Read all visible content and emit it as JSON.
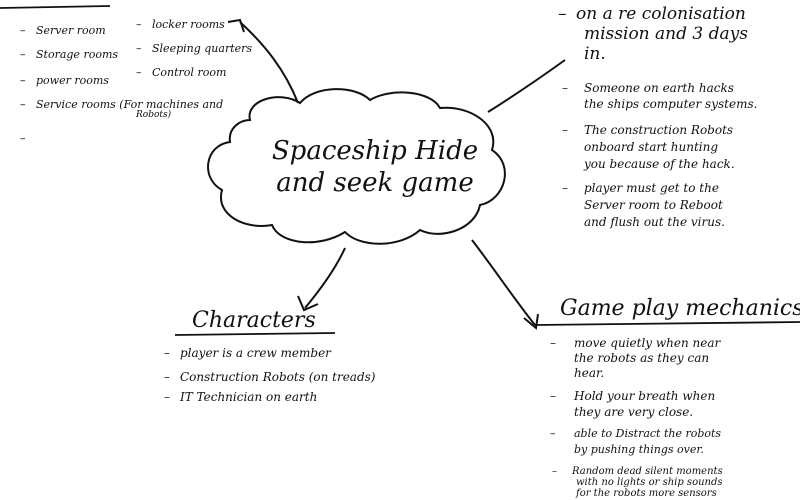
{
  "center": {
    "line1": "Spaceship Hide",
    "line2": "and seek game"
  },
  "places": {
    "col1": [
      "Server room",
      "Storage rooms",
      "power rooms",
      "Service rooms (For machines and",
      ""
    ],
    "col1_wrap": "Robots)",
    "col2": [
      "locker rooms",
      "Sleeping quarters",
      "Control room"
    ]
  },
  "story": {
    "items": [
      {
        "lines": [
          "on a re colonisation",
          "mission and 3 days",
          "in."
        ]
      },
      {
        "lines": [
          "Someone on earth hacks",
          "the ships computer systems."
        ]
      },
      {
        "lines": [
          "The construction Robots",
          "onboard start hunting",
          "you because of the hack."
        ]
      },
      {
        "lines": [
          "player must get to the",
          "Server room to Reboot",
          "and flush out the virus."
        ]
      }
    ]
  },
  "characters": {
    "heading": "Characters",
    "items": [
      "player is a crew member",
      "Construction Robots (on treads)",
      "IT Technician on earth"
    ]
  },
  "gameplay": {
    "heading": "Game play mechanics",
    "items": [
      {
        "lines": [
          "move quietly when near",
          "the robots as they can",
          "hear."
        ]
      },
      {
        "lines": [
          "Hold your breath when",
          "they are very close."
        ]
      },
      {
        "lines": [
          "able to Distract the robots",
          "by pushing things over."
        ]
      },
      {
        "lines": [
          "Random dead silent moments",
          "with no lights or ship sounds",
          "for the robots more sensors"
        ]
      }
    ]
  }
}
